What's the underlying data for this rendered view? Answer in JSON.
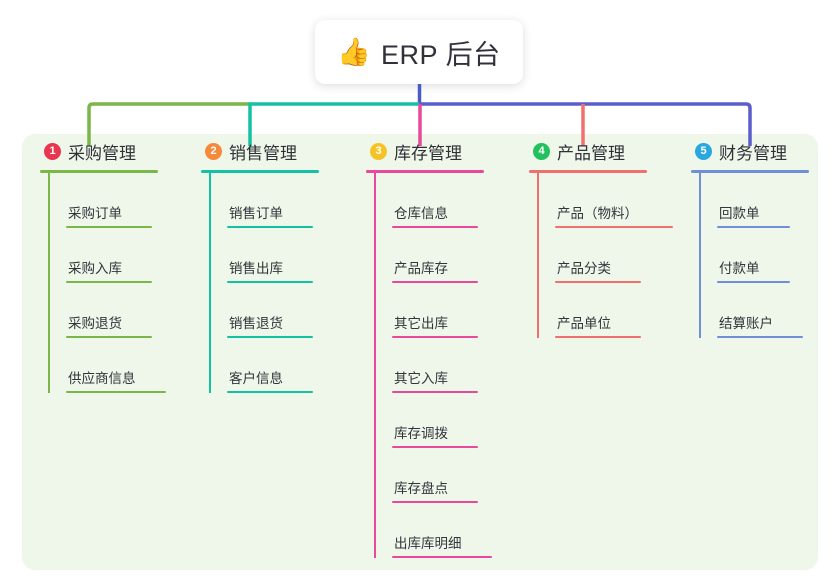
{
  "root": {
    "icon": "thumbs-up-emoji",
    "emoji": "👍",
    "title": "ERP 后台"
  },
  "canvas": {
    "background": "#ffffff",
    "card_background": "#eef7e9"
  },
  "connectors": {
    "stem_color": "#4a5bc4",
    "segment_left_color": "#7ab648",
    "segment_mid_color": "#14c2a3",
    "segment_right_color": "#5a5ecb",
    "drop_colors": [
      "#7ab648",
      "#14c2a3",
      "#ec4899",
      "#f06a6a",
      "#5a5ecb"
    ]
  },
  "branches": [
    {
      "number": "1",
      "badge_color": "#e8364f",
      "line_color": "#7ab648",
      "title": "采购管理",
      "underline_width": 118,
      "items": [
        {
          "label": "采购订单",
          "underline_width": 86
        },
        {
          "label": "采购入库",
          "underline_width": 86
        },
        {
          "label": "采购退货",
          "underline_width": 86
        },
        {
          "label": "供应商信息",
          "underline_width": 100
        }
      ]
    },
    {
      "number": "2",
      "badge_color": "#f58a3c",
      "line_color": "#14c2a3",
      "title": "销售管理",
      "underline_width": 118,
      "items": [
        {
          "label": "销售订单",
          "underline_width": 86
        },
        {
          "label": "销售出库",
          "underline_width": 86
        },
        {
          "label": "销售退货",
          "underline_width": 86
        },
        {
          "label": "客户信息",
          "underline_width": 86
        }
      ]
    },
    {
      "number": "3",
      "badge_color": "#f6c327",
      "line_color": "#e8499b",
      "title": "库存管理",
      "underline_width": 118,
      "items": [
        {
          "label": "仓库信息",
          "underline_width": 86
        },
        {
          "label": "产品库存",
          "underline_width": 86
        },
        {
          "label": "其它出库",
          "underline_width": 86
        },
        {
          "label": "其它入库",
          "underline_width": 86
        },
        {
          "label": "库存调拨",
          "underline_width": 86
        },
        {
          "label": "库存盘点",
          "underline_width": 86
        },
        {
          "label": "出库库明细",
          "underline_width": 100
        }
      ]
    },
    {
      "number": "4",
      "badge_color": "#22c15e",
      "line_color": "#f0706f",
      "title": "产品管理",
      "underline_width": 118,
      "items": [
        {
          "label": "产品（物料）",
          "underline_width": 118
        },
        {
          "label": "产品分类",
          "underline_width": 86
        },
        {
          "label": "产品单位",
          "underline_width": 86
        }
      ]
    },
    {
      "number": "5",
      "badge_color": "#29a8e0",
      "line_color": "#6f90d8",
      "title": "财务管理",
      "underline_width": 118,
      "items": [
        {
          "label": "回款单",
          "underline_width": 73
        },
        {
          "label": "付款单",
          "underline_width": 73
        },
        {
          "label": "结算账户",
          "underline_width": 86
        }
      ]
    }
  ]
}
